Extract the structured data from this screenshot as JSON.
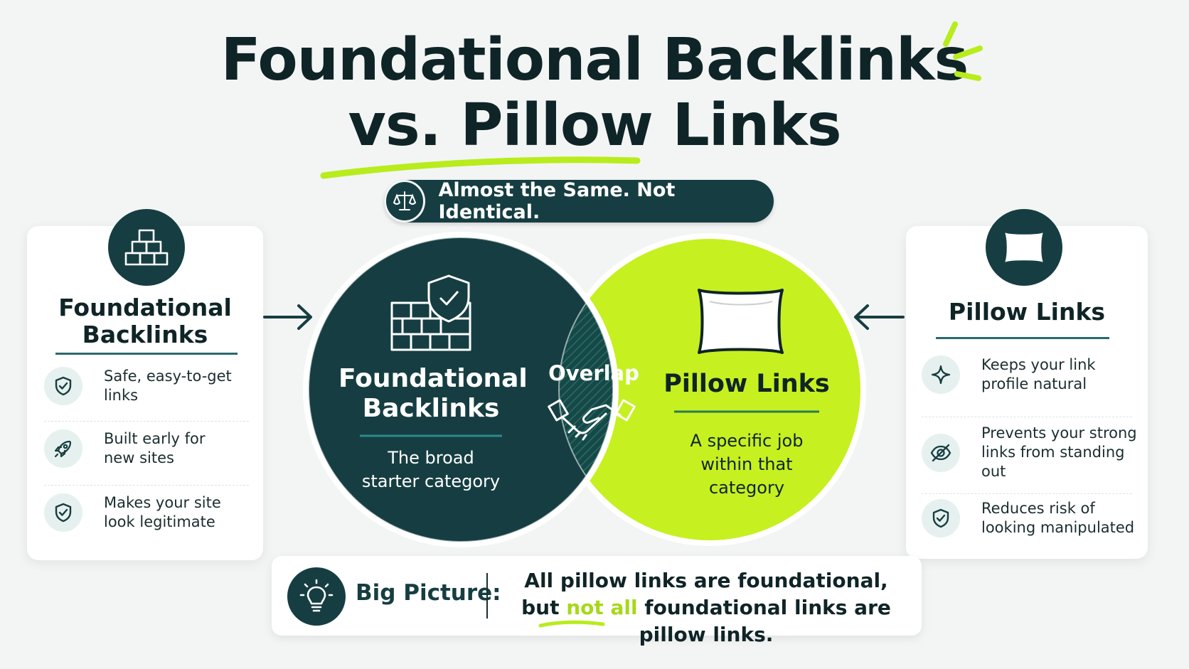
{
  "title": {
    "line1": "Foundational Backlinks",
    "line2_part1": "vs. Pillow",
    "line2_part2": "Links"
  },
  "subtitle": "Almost the Same. Not Identical.",
  "left_card": {
    "title_line1": "Foundational",
    "title_line2": "Backlinks",
    "items": [
      {
        "icon": "shield-check-icon",
        "line1": "Safe, easy-to-get",
        "line2": "links"
      },
      {
        "icon": "rocket-icon",
        "line1": "Built early for",
        "line2": "new sites"
      },
      {
        "icon": "shield-check-icon",
        "line1": "Makes your site",
        "line2": "look legitimate"
      }
    ]
  },
  "right_card": {
    "title": "Pillow Links",
    "items": [
      {
        "icon": "sparkle-icon",
        "line1": "Keeps your link",
        "line2": "profile natural",
        "line3": ""
      },
      {
        "icon": "eye-off-icon",
        "line1": "Prevents your strong",
        "line2": "links from standing",
        "line3": "out"
      },
      {
        "icon": "shield-check-icon",
        "line1": "Reduces risk of",
        "line2": "looking manipulated",
        "line3": ""
      }
    ]
  },
  "venn": {
    "left": {
      "title_line1": "Foundational",
      "title_line2": "Backlinks",
      "desc_line1": "The broad",
      "desc_line2": "starter category"
    },
    "overlap": {
      "label": "Overlap"
    },
    "right": {
      "title": "Pillow Links",
      "desc_line1": "A specific job",
      "desc_line2": "within that",
      "desc_line3": "category"
    }
  },
  "big_picture": {
    "label": "Big Picture:",
    "line1": "All pillow links are foundational,",
    "line2_pre": "but ",
    "line2_highlight": "not all",
    "line2_post": " foundational links are pillow links."
  },
  "colors": {
    "dark_teal": "#163e42",
    "lime": "#c6f020",
    "accent_green": "#a7d81a",
    "background": "#f3f5f5"
  }
}
